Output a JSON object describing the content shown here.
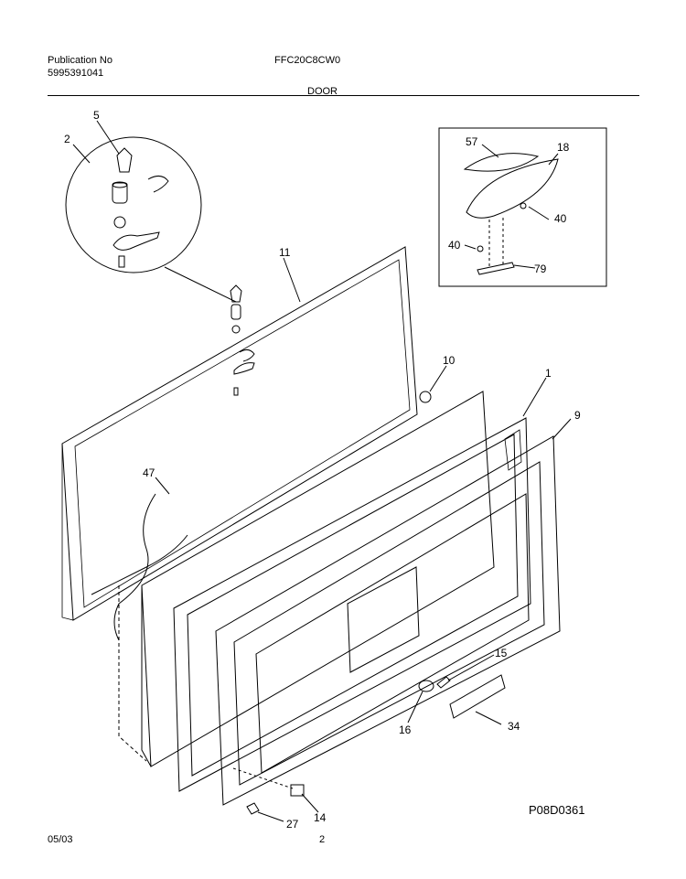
{
  "header": {
    "publication_label": "Publication No",
    "publication_number": "5995391041",
    "model": "FFC20C8CW0",
    "section": "DOOR"
  },
  "footer": {
    "date": "05/03",
    "page": "2"
  },
  "figure_code": "P08D0361",
  "callouts": [
    "5",
    "2",
    "11",
    "10",
    "1",
    "9",
    "47",
    "15",
    "16",
    "34",
    "14",
    "27",
    "57",
    "18",
    "40",
    "40",
    "79"
  ]
}
